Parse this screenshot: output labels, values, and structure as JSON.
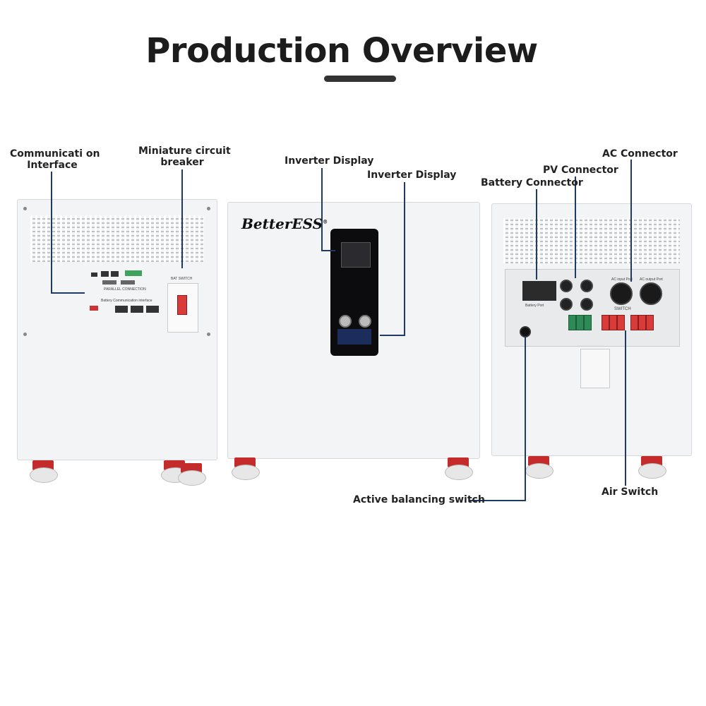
{
  "header": {
    "title": "Production Overview"
  },
  "brand": {
    "logo_text": "BetterESS",
    "logo_mark": "®"
  },
  "callouts": {
    "communication_interface": [
      "Communicati on",
      "Interface"
    ],
    "miniature_circuit_breaker": [
      "Miniature circuit",
      "breaker"
    ],
    "inverter_display_1": "Inverter Display",
    "inverter_display_2": "Inverter Display",
    "battery_connector": "Battery Connector",
    "pv_connector": "PV Connector",
    "ac_connector": "AC Connector",
    "active_balancing_switch": "Active balancing switch",
    "air_switch": "Air Switch"
  },
  "unit_labels": {
    "bat_switch": "BAT SWITCH",
    "battery_comm": "Battery Communication interface",
    "parallel": "PARALLEL CONNECTION",
    "battery_port": "Battery Port",
    "switch": "SWITCH",
    "ac_input": "AC input Port",
    "ac_output": "AC output Port"
  },
  "colors": {
    "accent_line": "#1f3b63",
    "breaker_red": "#d93a3a"
  }
}
